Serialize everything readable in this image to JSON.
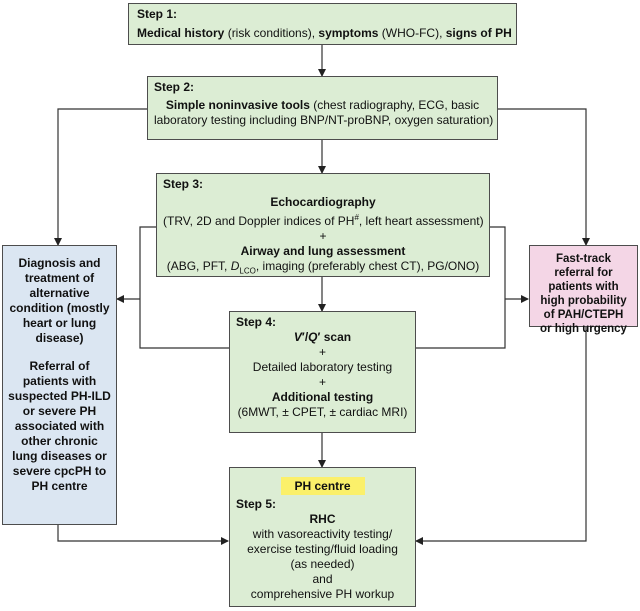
{
  "step1": {
    "label": "Step 1:",
    "t1": "Medical history",
    "t2": " (risk conditions), ",
    "t3": "symptoms",
    "t4": " (WHO-FC), ",
    "t5": "signs of PH"
  },
  "step2": {
    "label": "Step 2:",
    "t1": "Simple noninvasive tools",
    "t2": " (chest radiography, ECG, basic",
    "line2": "laboratory testing including BNP/NT-proBNP, oxygen saturation)"
  },
  "step3": {
    "label": "Step 3:",
    "echo": "Echocardiography",
    "echo_detail": "(TRV, 2D and Doppler indices of PH",
    "echo_sup": "#",
    "echo_detail2": ", left heart assessment)",
    "plus": "+",
    "airway": "Airway and lung assessment",
    "airway_a": "(ABG, PFT, ",
    "airway_d": "D",
    "airway_sub": "LCO",
    "airway_b": ", imaging (preferably chest CT), PG/ONO)"
  },
  "step4": {
    "label": "Step 4:",
    "v": "V",
    "slash": "/",
    "q": "Q",
    "scan": " scan",
    "plus1": "+",
    "lab": "Detailed laboratory testing",
    "plus2": "+",
    "additional": "Additional testing",
    "additional_detail": "(6MWT, ± CPET, ± cardiac MRI)"
  },
  "step5": {
    "badge": "PH centre",
    "label": "Step 5:",
    "rhc": "RHC",
    "l1": "with vasoreactivity testing/",
    "l2": "exercise testing/fluid loading",
    "l3": "(as needed)",
    "l4": "and",
    "l5": "comprehensive PH workup"
  },
  "left": {
    "p1": [
      "Diagnosis and",
      "treatment of",
      "alternative",
      "condition (mostly",
      "heart or lung",
      "disease)"
    ],
    "p2": [
      "Referral of",
      "patients with",
      "suspected PH-ILD",
      "or severe PH",
      "associated with",
      "other chronic",
      "lung diseases or",
      "severe cpcPH to",
      "PH centre"
    ]
  },
  "right": {
    "lines": [
      "Fast-track",
      "referral for",
      "patients with",
      "high probability",
      "of PAH/CTEPH",
      "or high urgency"
    ]
  },
  "colors": {
    "green": "#dcedd4",
    "blue": "#dbe6f2",
    "pink": "#f4d6e6",
    "yellow": "#fbf06a"
  }
}
